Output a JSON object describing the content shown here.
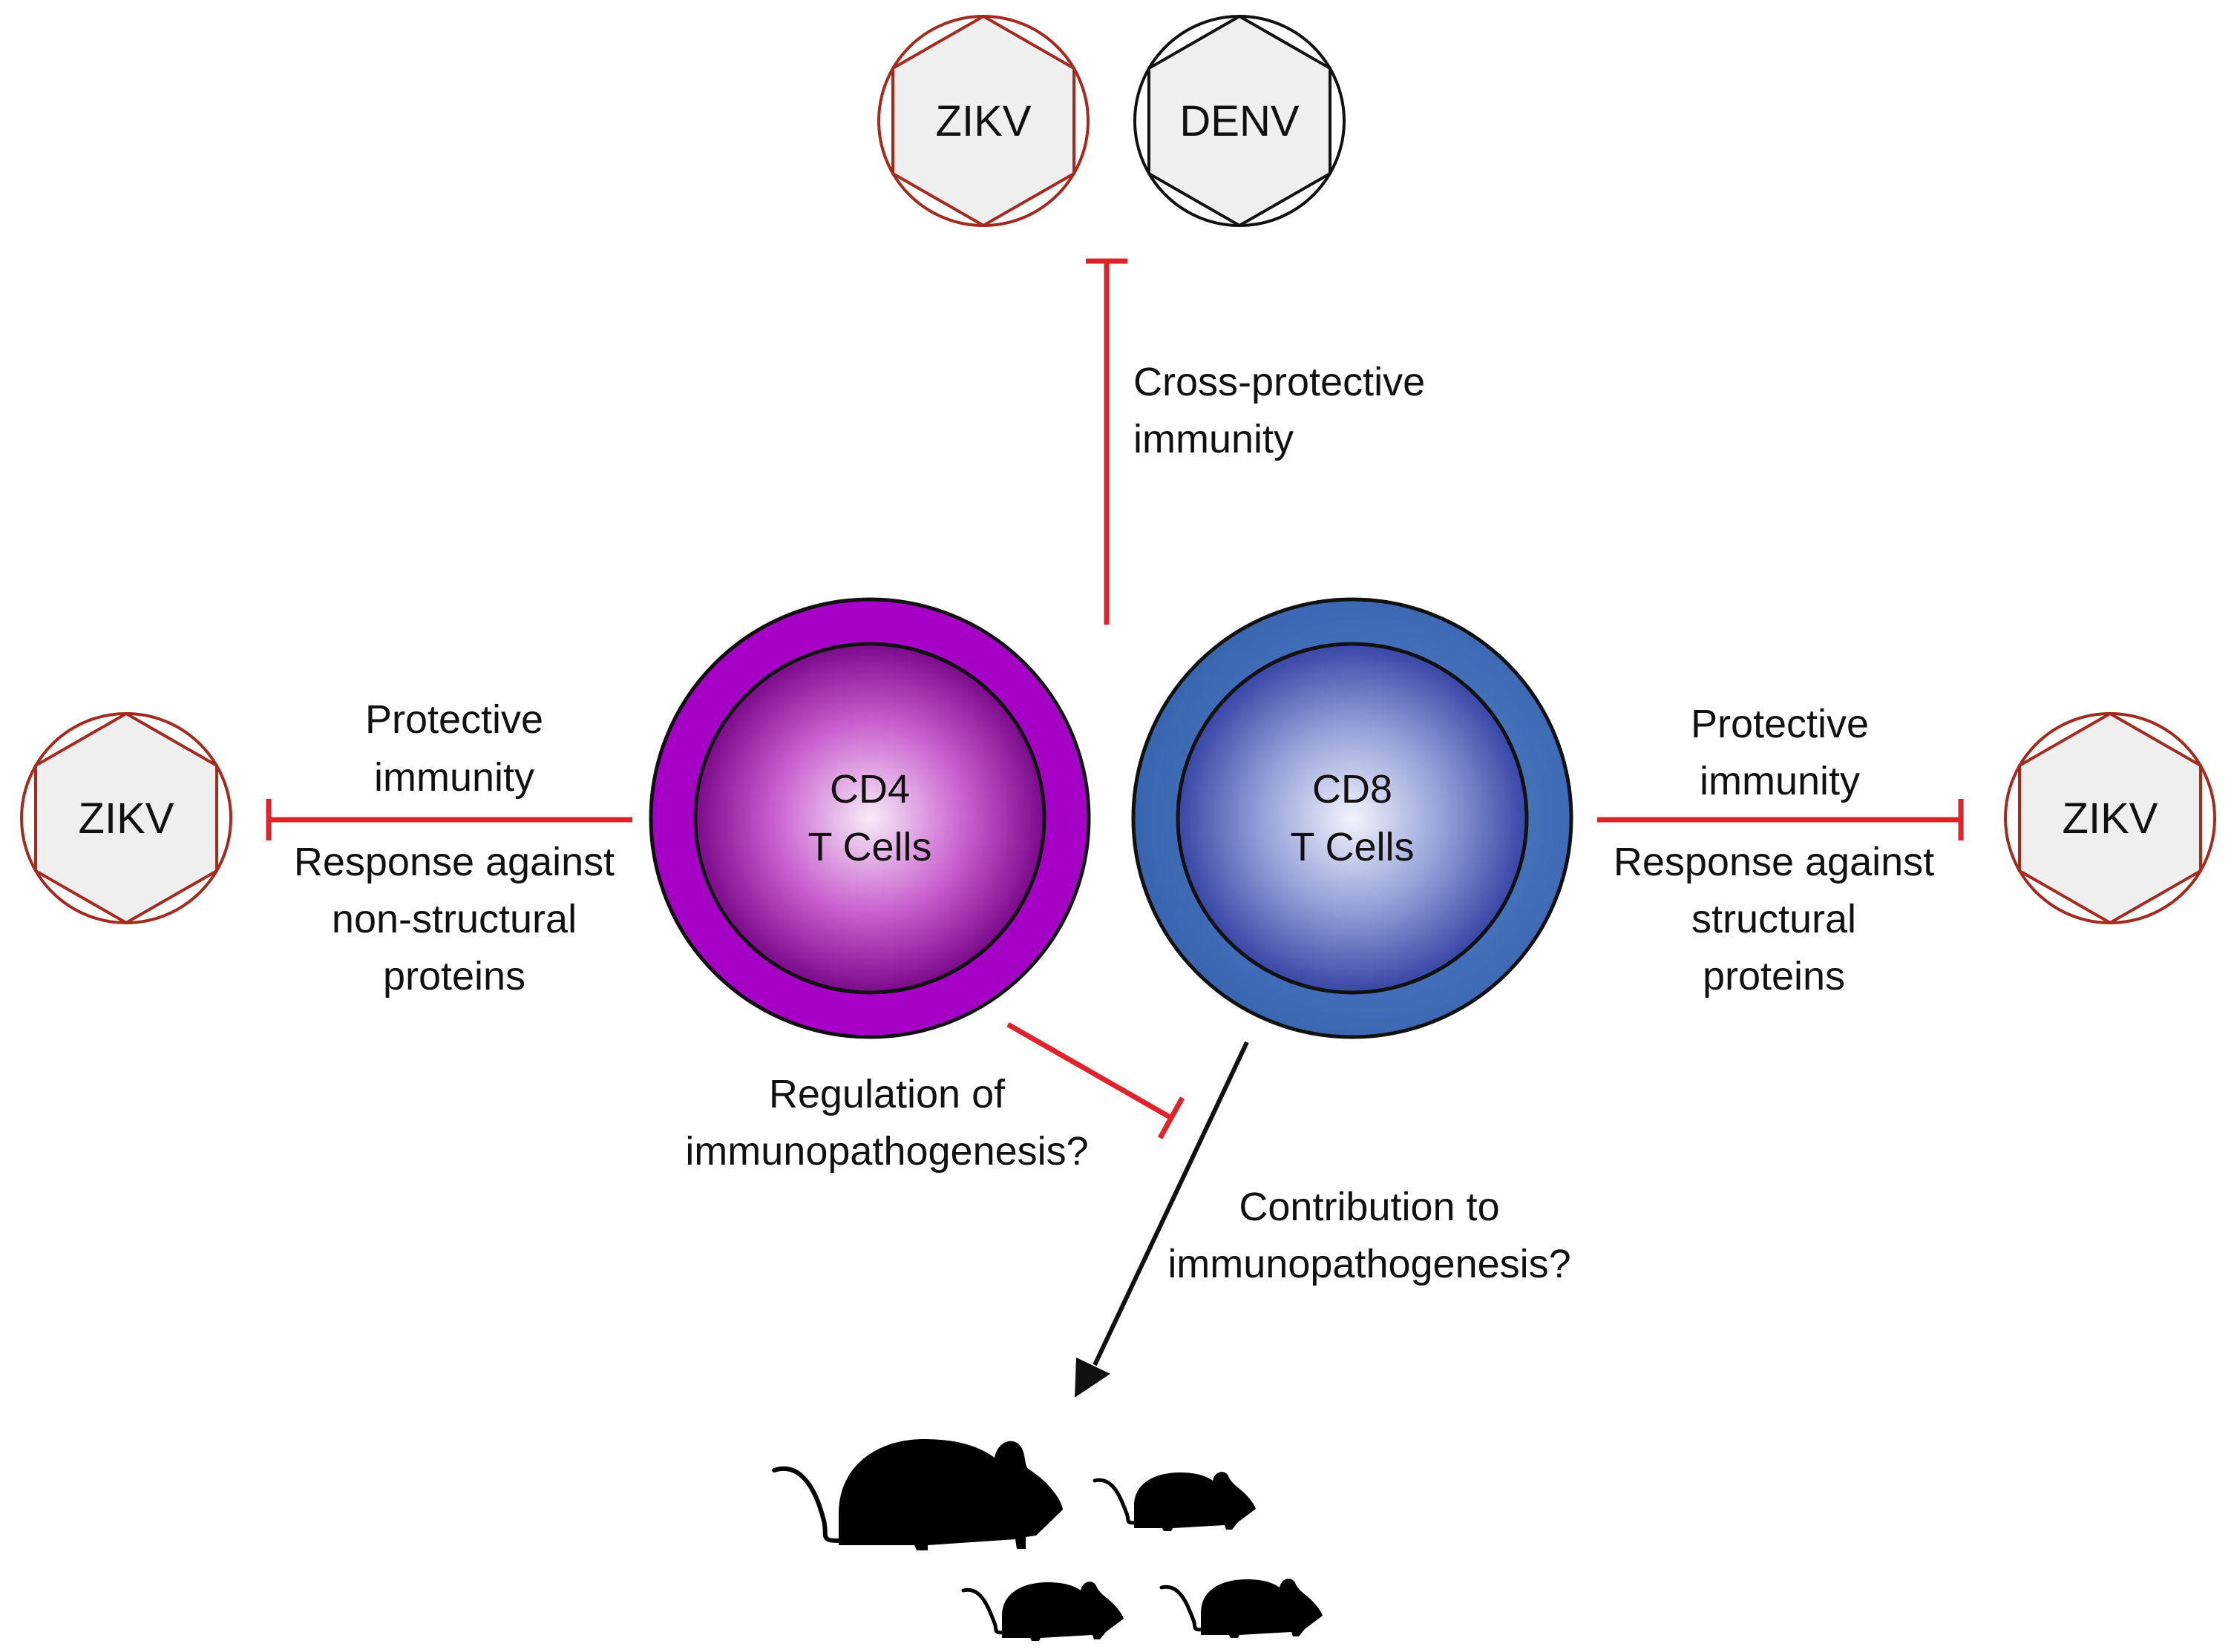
{
  "colors": {
    "inhibit": "#e0232a",
    "zikv_outline": "#a52a1e",
    "denv_outline": "#111111",
    "virus_fill": "#efefef",
    "cd4_outer": "#a600c6",
    "cd4_inner_center": "#f6e8f6",
    "cd4_inner_edge": "#8a0a9a",
    "cd8_outer": "#3f6db7",
    "cd8_inner_center": "#eef1fb",
    "cd8_inner_edge": "#3f50ad",
    "mouse": "#000000"
  },
  "viruses": {
    "top_zikv": "ZIKV",
    "top_denv": "DENV",
    "left_zikv": "ZIKV",
    "right_zikv": "ZIKV"
  },
  "cells": {
    "cd4": {
      "line1": "CD4",
      "line2": "T Cells"
    },
    "cd8": {
      "line1": "CD8",
      "line2": "T Cells"
    }
  },
  "labels": {
    "top": [
      "Cross-protective",
      "immunity"
    ],
    "left_above": [
      "Protective",
      "immunity"
    ],
    "left_below": [
      "Response against",
      "non-structural",
      "proteins"
    ],
    "right_above": [
      "Protective",
      "immunity"
    ],
    "right_below": [
      "Response against",
      "structural",
      "proteins"
    ],
    "regulation": [
      "Regulation of",
      "immunopathogenesis?"
    ],
    "contribution": [
      "Contribution to",
      "immunopathogenesis?"
    ]
  }
}
